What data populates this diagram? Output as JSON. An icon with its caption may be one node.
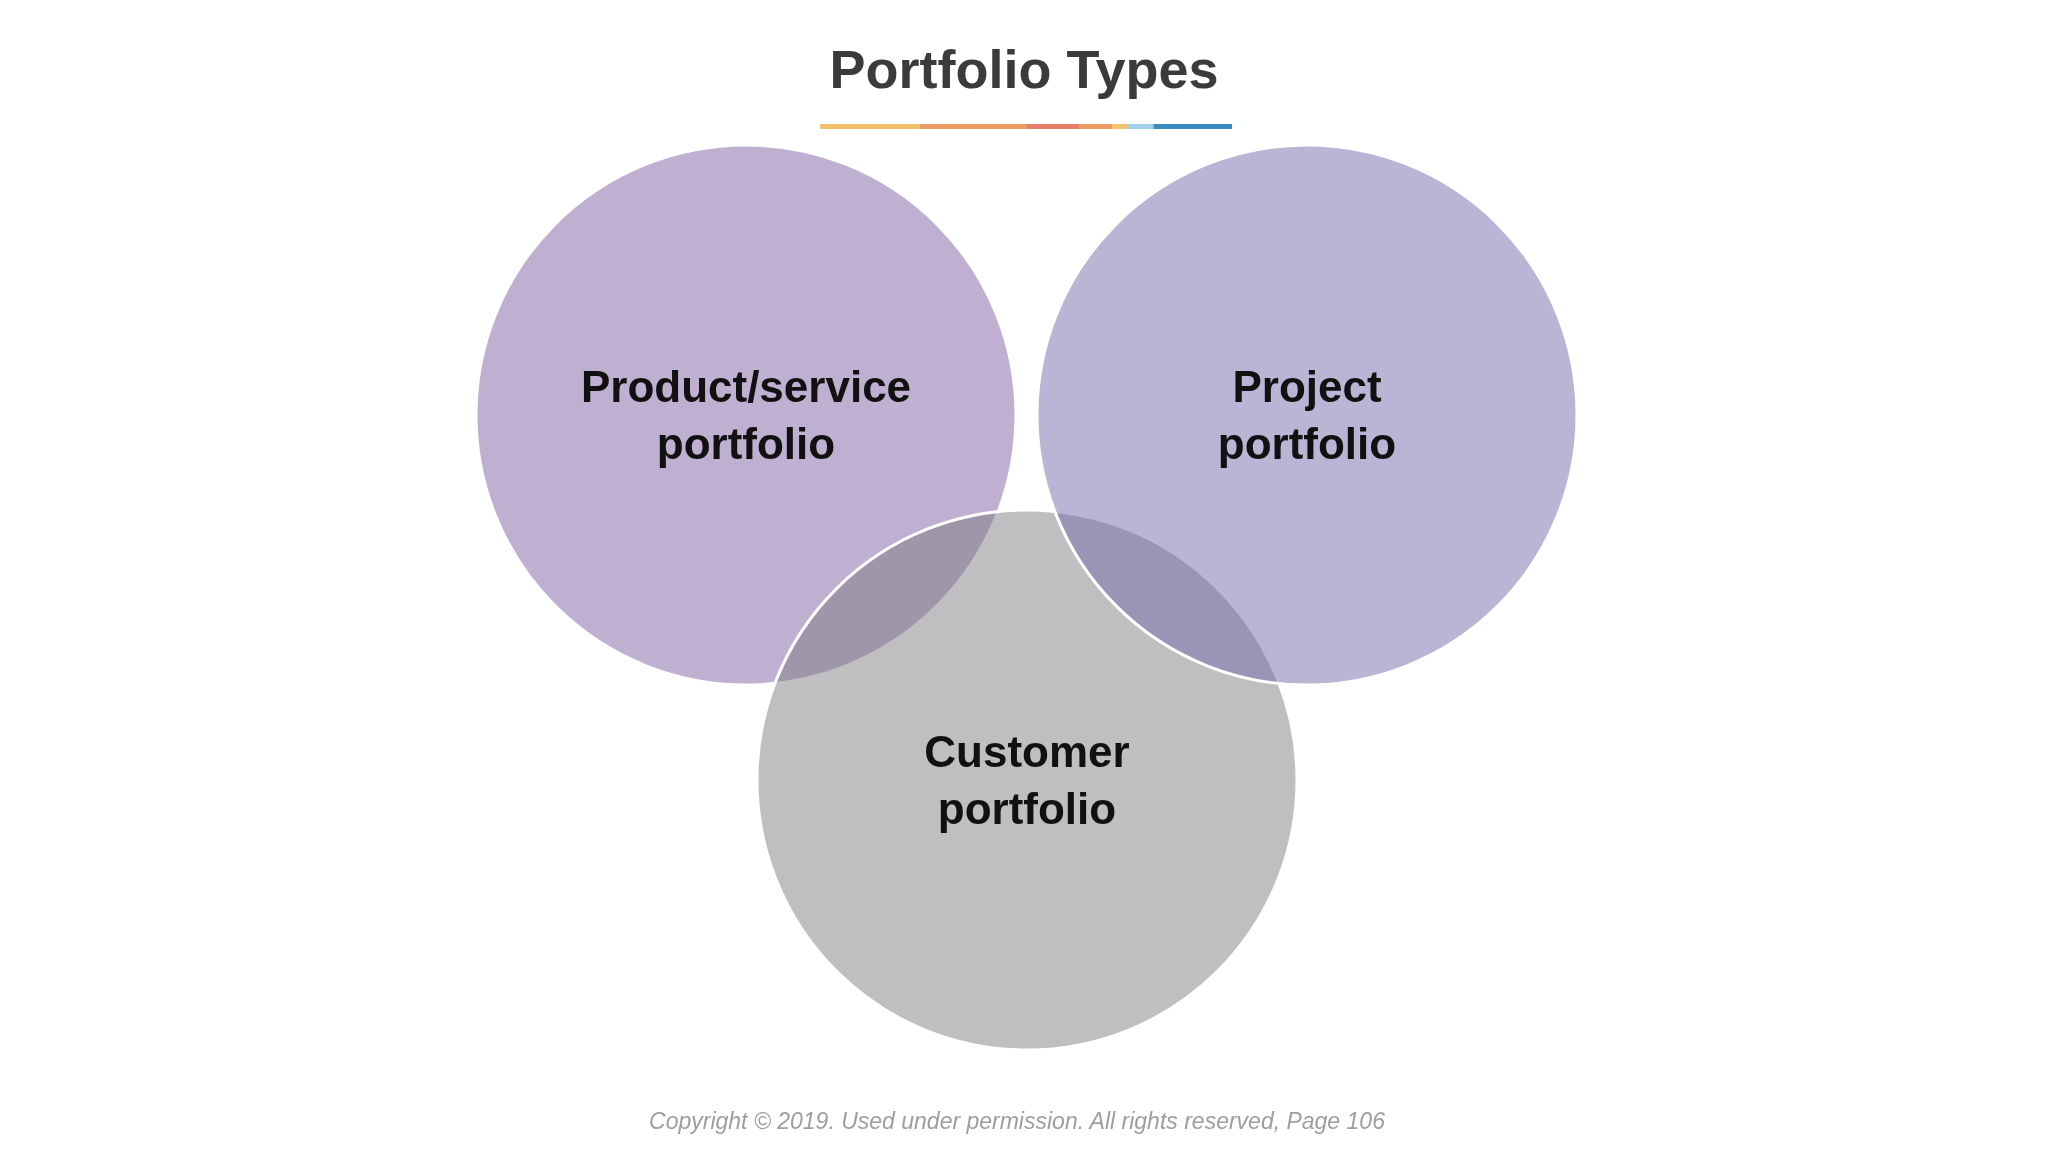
{
  "diagram": {
    "title": "Portfolio Types",
    "caption": "Copyright © 2019. Used under permission. All rights reserved, Page 106",
    "nodes": [
      {
        "text": [
          "Product/service portfolio"
        ]
      },
      {
        "text": [
          "Project portfolio"
        ]
      },
      {
        "text": [
          "Customer portfolio"
        ]
      }
    ]
  }
}
